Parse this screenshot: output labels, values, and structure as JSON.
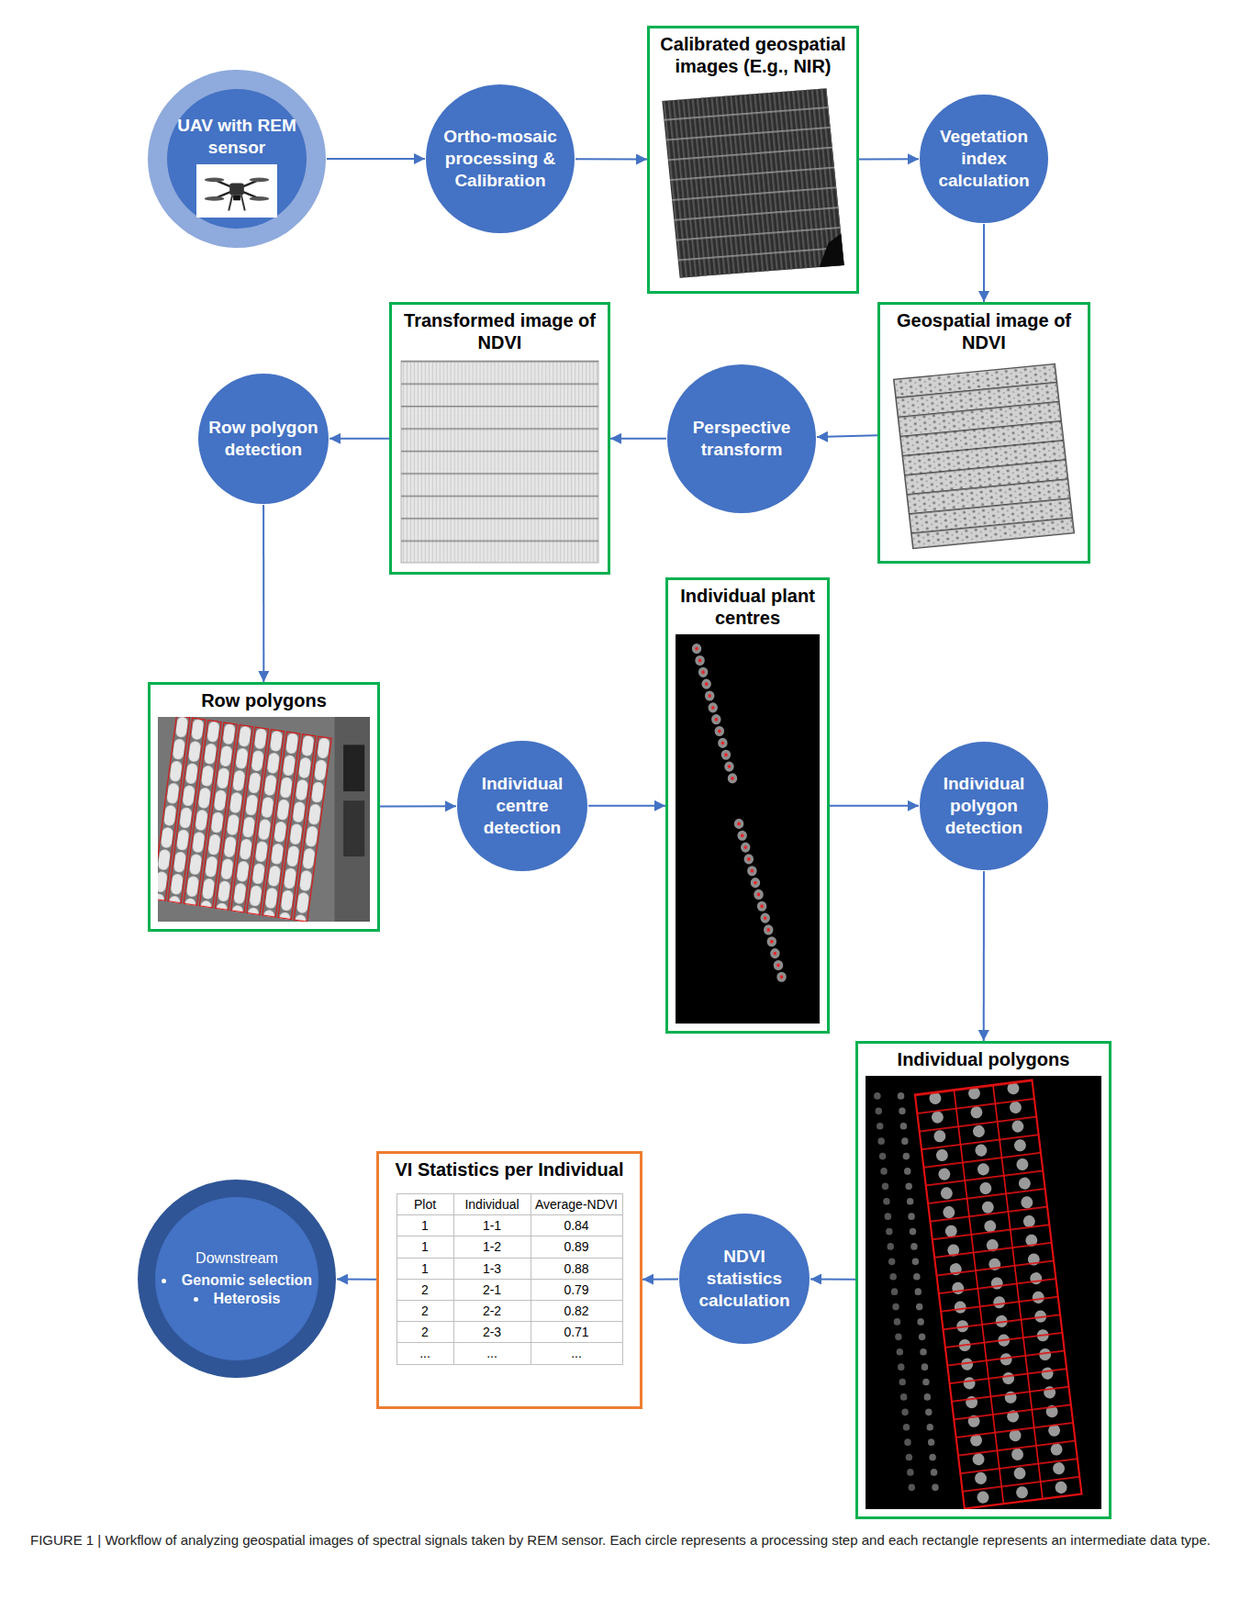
{
  "diagram": {
    "caption": "FIGURE 1 | Workflow of analyzing geospatial images of spectral signals taken by REM sensor. Each circle represents a processing step and each rectangle represents an intermediate data type.",
    "nodes": [
      {
        "text": [
          "UAV with REM sensor"
        ]
      },
      {
        "text": [
          "Ortho-mosaic processing & Calibration"
        ]
      },
      {
        "text": [
          "Calibrated geospatial images (E.g., NIR)"
        ]
      },
      {
        "text": [
          "Vegetation index calculation"
        ]
      },
      {
        "text": [
          "Geospatial image of NDVI"
        ]
      },
      {
        "text": [
          "Perspective transform"
        ]
      },
      {
        "text": [
          "Transformed image of NDVI"
        ]
      },
      {
        "text": [
          "Row polygon detection"
        ]
      },
      {
        "text": [
          "Row polygons"
        ]
      },
      {
        "text": [
          "Individual centre detection"
        ]
      },
      {
        "text": [
          "Individual plant centres"
        ]
      },
      {
        "text": [
          "Individual polygon detection"
        ]
      },
      {
        "text": [
          "Individual polygons"
        ]
      },
      {
        "text": [
          "NDVI statistics calculation"
        ]
      },
      {
        "text": [
          "VI Statistics per Individual"
        ]
      },
      {
        "text": [
          "Downstream",
          "Genomic selection",
          "Heterosis"
        ]
      }
    ],
    "edges": [
      {
        "from": 0,
        "to": 1,
        "arrow": "to"
      },
      {
        "from": 1,
        "to": 2,
        "arrow": "to"
      },
      {
        "from": 2,
        "to": 3,
        "arrow": "to"
      },
      {
        "from": 3,
        "to": 4,
        "arrow": "to"
      },
      {
        "from": 4,
        "to": 5,
        "arrow": "to"
      },
      {
        "from": 5,
        "to": 6,
        "arrow": "to"
      },
      {
        "from": 6,
        "to": 7,
        "arrow": "to"
      },
      {
        "from": 7,
        "to": 8,
        "arrow": "to"
      },
      {
        "from": 8,
        "to": 9,
        "arrow": "to"
      },
      {
        "from": 9,
        "to": 10,
        "arrow": "to"
      },
      {
        "from": 10,
        "to": 11,
        "arrow": "to"
      },
      {
        "from": 11,
        "to": 12,
        "arrow": "to"
      },
      {
        "from": 12,
        "to": 13,
        "arrow": "to"
      },
      {
        "from": 13,
        "to": 14,
        "arrow": "to"
      },
      {
        "from": 14,
        "to": 15,
        "arrow": "to"
      }
    ],
    "labels": [
      "Plot",
      "Individual",
      "Average-NDVI",
      "1",
      "1-1",
      "0.84",
      "1",
      "1-2",
      "0.89",
      "1",
      "1-3",
      "0.88",
      "2",
      "2-1",
      "0.79",
      "2",
      "2-2",
      "0.82",
      "2",
      "2-3",
      "0.71",
      "...",
      "...",
      "..."
    ]
  }
}
